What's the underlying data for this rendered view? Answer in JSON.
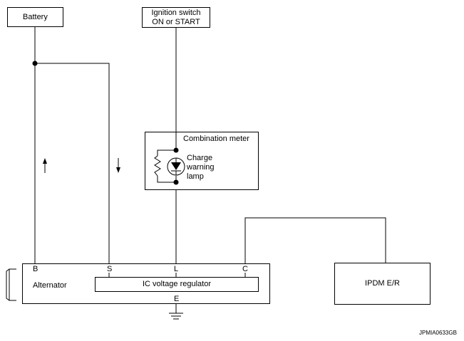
{
  "battery": {
    "label": "Battery"
  },
  "ignition": {
    "line1": "Ignition switch",
    "line2": "ON or START"
  },
  "meter": {
    "title": "Combination meter",
    "lamp_line1": "Charge",
    "lamp_line2": "warning",
    "lamp_line3": "lamp"
  },
  "alternator": {
    "label": "Alternator",
    "regulator": "IC voltage regulator",
    "terminals": {
      "b": "B",
      "s": "S",
      "l": "L",
      "c": "C",
      "e": "E"
    }
  },
  "ipdm": {
    "label": "IPDM E/R"
  },
  "figure_id": "JPMIA0633GB"
}
